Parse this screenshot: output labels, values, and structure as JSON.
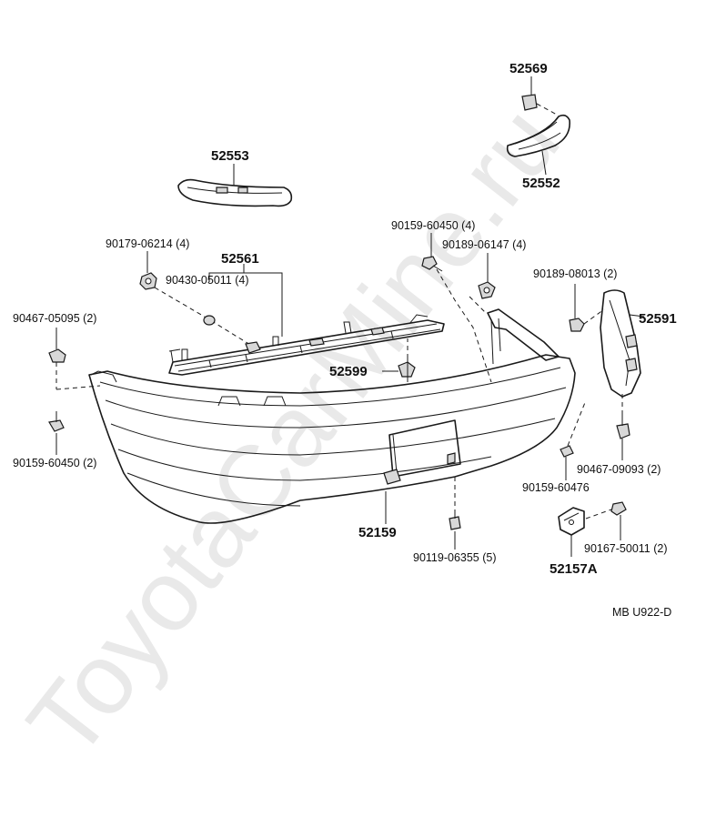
{
  "watermark": "ToyotaCarMine.ru",
  "diagram_code": "MB U922-D",
  "parts": {
    "p52569": "52569",
    "p52553": "52553",
    "p52552": "52552",
    "p90159_60450_4": "90159-60450 (4)",
    "p90189_06147": "90189-06147 (4)",
    "p90179_06214": "90179-06214 (4)",
    "p52561": "52561",
    "p90430_05011": "90430-05011 (4)",
    "p90189_08013": "90189-08013 (2)",
    "p52591": "52591",
    "p90467_05095": "90467-05095 (2)",
    "p52599": "52599",
    "p90159_60450_2": "90159-60450 (2)",
    "p90467_09093": "90467-09093 (2)",
    "p90159_60476": "90159-60476",
    "p52159": "52159",
    "p90167_50011": "90167-50011 (2)",
    "p90119_06355": "90119-06355 (5)",
    "p52157A": "52157A"
  }
}
